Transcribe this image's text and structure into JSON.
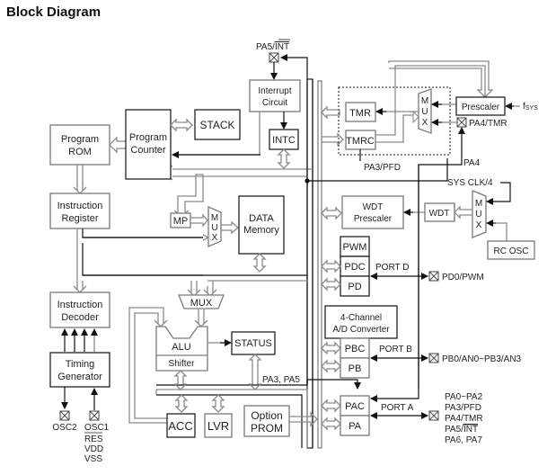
{
  "title": "Block Diagram",
  "blocks": {
    "program_rom": [
      "Program",
      "ROM"
    ],
    "program_counter": [
      "Program",
      "Counter"
    ],
    "stack": "STACK",
    "interrupt_circuit": [
      "Interrupt",
      "Circuit"
    ],
    "intc": "INTC",
    "tmr": "TMR",
    "tmrc": "TMRC",
    "prescaler": "Prescaler",
    "instruction_register": [
      "Instruction",
      "Register"
    ],
    "mp": "MP",
    "data_memory": [
      "DATA",
      "Memory"
    ],
    "wdt_prescaler": [
      "WDT",
      "Prescaler"
    ],
    "wdt": "WDT",
    "rc_osc": "RC OSC",
    "pwm": "PWM",
    "pdc": "PDC",
    "pd": "PD",
    "instruction_decoder": [
      "Instruction",
      "Decoder"
    ],
    "timing_generator": [
      "Timing",
      "Generator"
    ],
    "alu": "ALU",
    "shifter": "Shifter",
    "status": "STATUS",
    "adc": [
      "4-Channel",
      "A/D Converter"
    ],
    "pbc": "PBC",
    "pb": "PB",
    "pac": "PAC",
    "pa": "PA",
    "acc": "ACC",
    "lvr": "LVR",
    "option_prom": [
      "Option",
      "PROM"
    ],
    "mux_letters": [
      "M",
      "U",
      "X"
    ],
    "mux_alu": "MUX"
  },
  "signals": {
    "pa5_int": "PA5/",
    "int_overline": "INT",
    "fsys": "f",
    "fsys_sub": "SYS",
    "pa4_tmr": "PA4/TMR",
    "pa3_pfd": "PA3/PFD",
    "pa4": "PA4",
    "sys_clk4": "SYS CLK/4",
    "port_d": "PORT D",
    "pd0_pwm": "PD0/PWM",
    "port_b": "PORT B",
    "pb_pins": "PB0/AN0~PB3/AN3",
    "pa3_pa5": "PA3, PA5",
    "port_a": "PORT A",
    "pa_pins": [
      "PA0~PA2",
      "PA3/PFD",
      "PA4/TMR",
      "PA5/",
      "PA6, PA7"
    ],
    "pa_pins_overline": "INT",
    "osc2": "OSC2",
    "osc1": "OSC1",
    "res": "RES",
    "vdd": "VDD",
    "vss": "VSS"
  }
}
